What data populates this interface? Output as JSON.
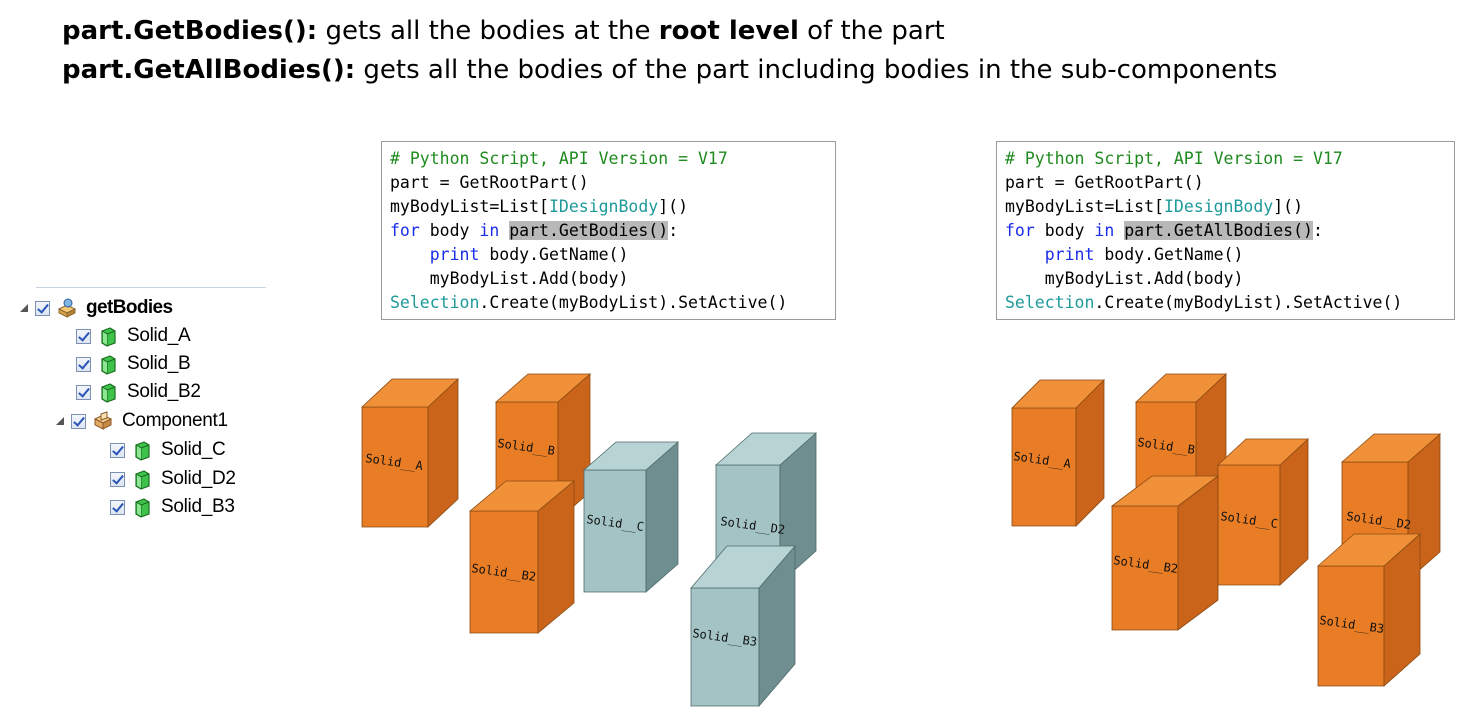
{
  "description": {
    "line1": {
      "method": "part.GetBodies():",
      "text_a": "gets all the bodies at the ",
      "emphasis": "root level",
      "text_b": " of the part"
    },
    "line2": {
      "method": "part.GetAllBodies():",
      "text": "gets all the bodies of the part including bodies in the sub-components"
    }
  },
  "tree": {
    "root": {
      "label": "getBodies",
      "icon": "part-icon",
      "checked": true
    },
    "items": [
      {
        "label": "Solid_A",
        "icon": "solid-body-icon",
        "checked": true
      },
      {
        "label": "Solid_B",
        "icon": "solid-body-icon",
        "checked": true
      },
      {
        "label": "Solid_B2",
        "icon": "solid-body-icon",
        "checked": true
      },
      {
        "label": "Component1",
        "icon": "component-icon",
        "checked": true
      },
      {
        "label": "Solid_C",
        "icon": "solid-body-icon",
        "checked": true
      },
      {
        "label": "Solid_D2",
        "icon": "solid-body-icon",
        "checked": true
      },
      {
        "label": "Solid_B3",
        "icon": "solid-body-icon",
        "checked": true
      }
    ]
  },
  "scripts": [
    {
      "comment": "# Python Script, API Version = V17",
      "line2": "part = GetRootPart()",
      "line3_a": "myBodyList=List[",
      "line3_type": "IDesignBody",
      "line3_b": "]()",
      "line4_kw1": "for",
      "line4_a": " body ",
      "line4_kw2": "in",
      "line4_hl": "part.GetBodies()",
      "line4_b": ":",
      "line5_kw": "print",
      "line5_a": " body.GetName()",
      "line6": "myBodyList.Add(body)",
      "line7_type": "Selection",
      "line7_a": ".Create(myBodyList).SetActive()"
    },
    {
      "comment": "# Python Script, API Version = V17",
      "line2": "part = GetRootPart()",
      "line3_a": "myBodyList=List[",
      "line3_type": "IDesignBody",
      "line3_b": "]()",
      "line4_kw1": "for",
      "line4_a": " body ",
      "line4_kw2": "in",
      "line4_hl": "part.GetAllBodies()",
      "line4_b": ":",
      "line5_kw": "print",
      "line5_a": " body.GetName()",
      "line6": "myBodyList.Add(body)",
      "line7_type": "Selection",
      "line7_a": ".Create(myBodyList).SetActive()"
    }
  ],
  "views": [
    {
      "bodies": [
        {
          "label": "Solid__A",
          "state": "selected"
        },
        {
          "label": "Solid__B",
          "state": "selected"
        },
        {
          "label": "Solid__C",
          "state": "unselected"
        },
        {
          "label": "Solid__D2",
          "state": "unselected"
        },
        {
          "label": "Solid__B2",
          "state": "selected"
        },
        {
          "label": "Solid__B3",
          "state": "unselected"
        }
      ]
    },
    {
      "bodies": [
        {
          "label": "Solid__A",
          "state": "selected"
        },
        {
          "label": "Solid__B",
          "state": "selected"
        },
        {
          "label": "Solid__C",
          "state": "selected"
        },
        {
          "label": "Solid__D2",
          "state": "selected"
        },
        {
          "label": "Solid__B2",
          "state": "selected"
        },
        {
          "label": "Solid__B3",
          "state": "selected"
        }
      ]
    }
  ],
  "colors": {
    "selected_front": "#e87d25",
    "selected_side": "#c9641a",
    "selected_top": "#f0913a",
    "unselected_front": "#a3c3c4",
    "unselected_side": "#6f8e8f",
    "unselected_top": "#b8d3d3",
    "comment": "#1f8a1f",
    "keyword": "#1a2de8",
    "type": "#1f9a9a"
  }
}
